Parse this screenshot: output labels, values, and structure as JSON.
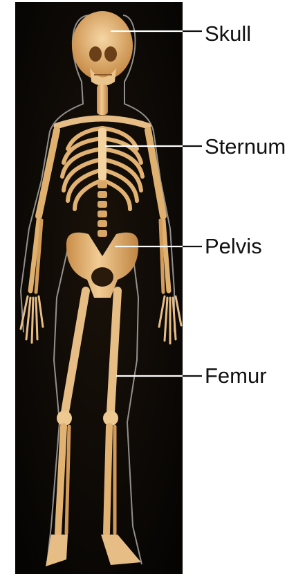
{
  "labels": {
    "skull": "Skull",
    "sternum": "Sternum",
    "pelvis": "Pelvis",
    "femur": "Femur"
  },
  "colors": {
    "background_panel": "#0a0806",
    "bone": "#e7bd86",
    "bone_shade": "#b9813f",
    "leader_line": "#ffffff",
    "label_line": "#111111"
  }
}
